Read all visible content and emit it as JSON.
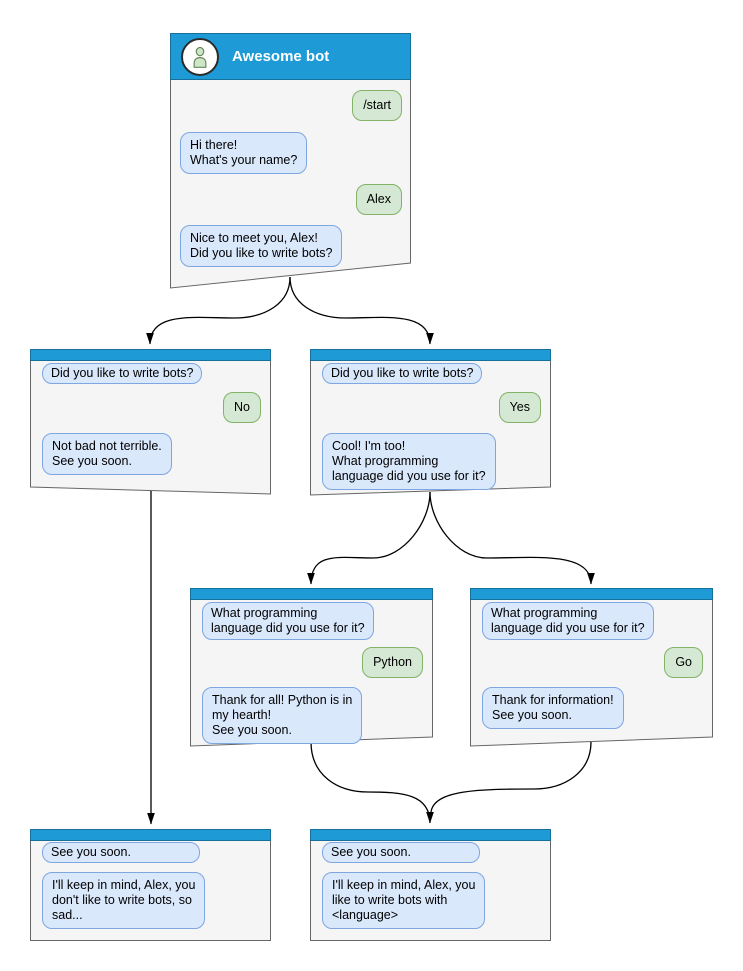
{
  "colors": {
    "header_blue": "#1E9BD7",
    "window_bg": "#F5F5F5",
    "window_border": "#666666",
    "bot_bubble_bg": "#DAE8FC",
    "bot_bubble_border": "#7EA6E0",
    "user_bubble_bg": "#D5E8D4",
    "user_bubble_border": "#82B366",
    "connector": "#000000"
  },
  "main": {
    "title": "Awesome bot",
    "avatar_icon": "person-icon",
    "messages": [
      {
        "from": "user",
        "text": "/start"
      },
      {
        "from": "bot",
        "text": "Hi there!\nWhat's your name?"
      },
      {
        "from": "user",
        "text": "Alex"
      },
      {
        "from": "bot",
        "text": "Nice to meet you, Alex!\nDid you like to write bots?"
      }
    ]
  },
  "branch_no": {
    "messages": [
      {
        "from": "bot",
        "text": "Did you like to write bots?"
      },
      {
        "from": "user",
        "text": "No"
      },
      {
        "from": "bot",
        "text": "Not bad not terrible.\nSee you soon."
      }
    ]
  },
  "branch_yes": {
    "messages": [
      {
        "from": "bot",
        "text": "Did you like to write bots?"
      },
      {
        "from": "user",
        "text": "Yes"
      },
      {
        "from": "bot",
        "text": "Cool! I'm too!\nWhat programming\nlanguage did you use for it?"
      }
    ]
  },
  "branch_python": {
    "messages": [
      {
        "from": "bot",
        "text": "What programming\nlanguage did you use for it?"
      },
      {
        "from": "user",
        "text": "Python"
      },
      {
        "from": "bot",
        "text": "Thank for all! Python is in\nmy hearth!\nSee you soon."
      }
    ]
  },
  "branch_go": {
    "messages": [
      {
        "from": "bot",
        "text": "What programming\nlanguage did you use for it?"
      },
      {
        "from": "user",
        "text": "Go"
      },
      {
        "from": "bot",
        "text": "Thank for information!\nSee you soon."
      }
    ]
  },
  "end_no": {
    "messages": [
      {
        "from": "bot",
        "text": "See you soon."
      },
      {
        "from": "bot",
        "text": "I'll keep in mind, Alex, you\ndon't like to write bots, so\nsad..."
      }
    ]
  },
  "end_yes": {
    "messages": [
      {
        "from": "bot",
        "text": "See you soon."
      },
      {
        "from": "bot",
        "text": "I'll keep in mind, Alex, you\nlike to write bots with\n<language>"
      }
    ]
  }
}
